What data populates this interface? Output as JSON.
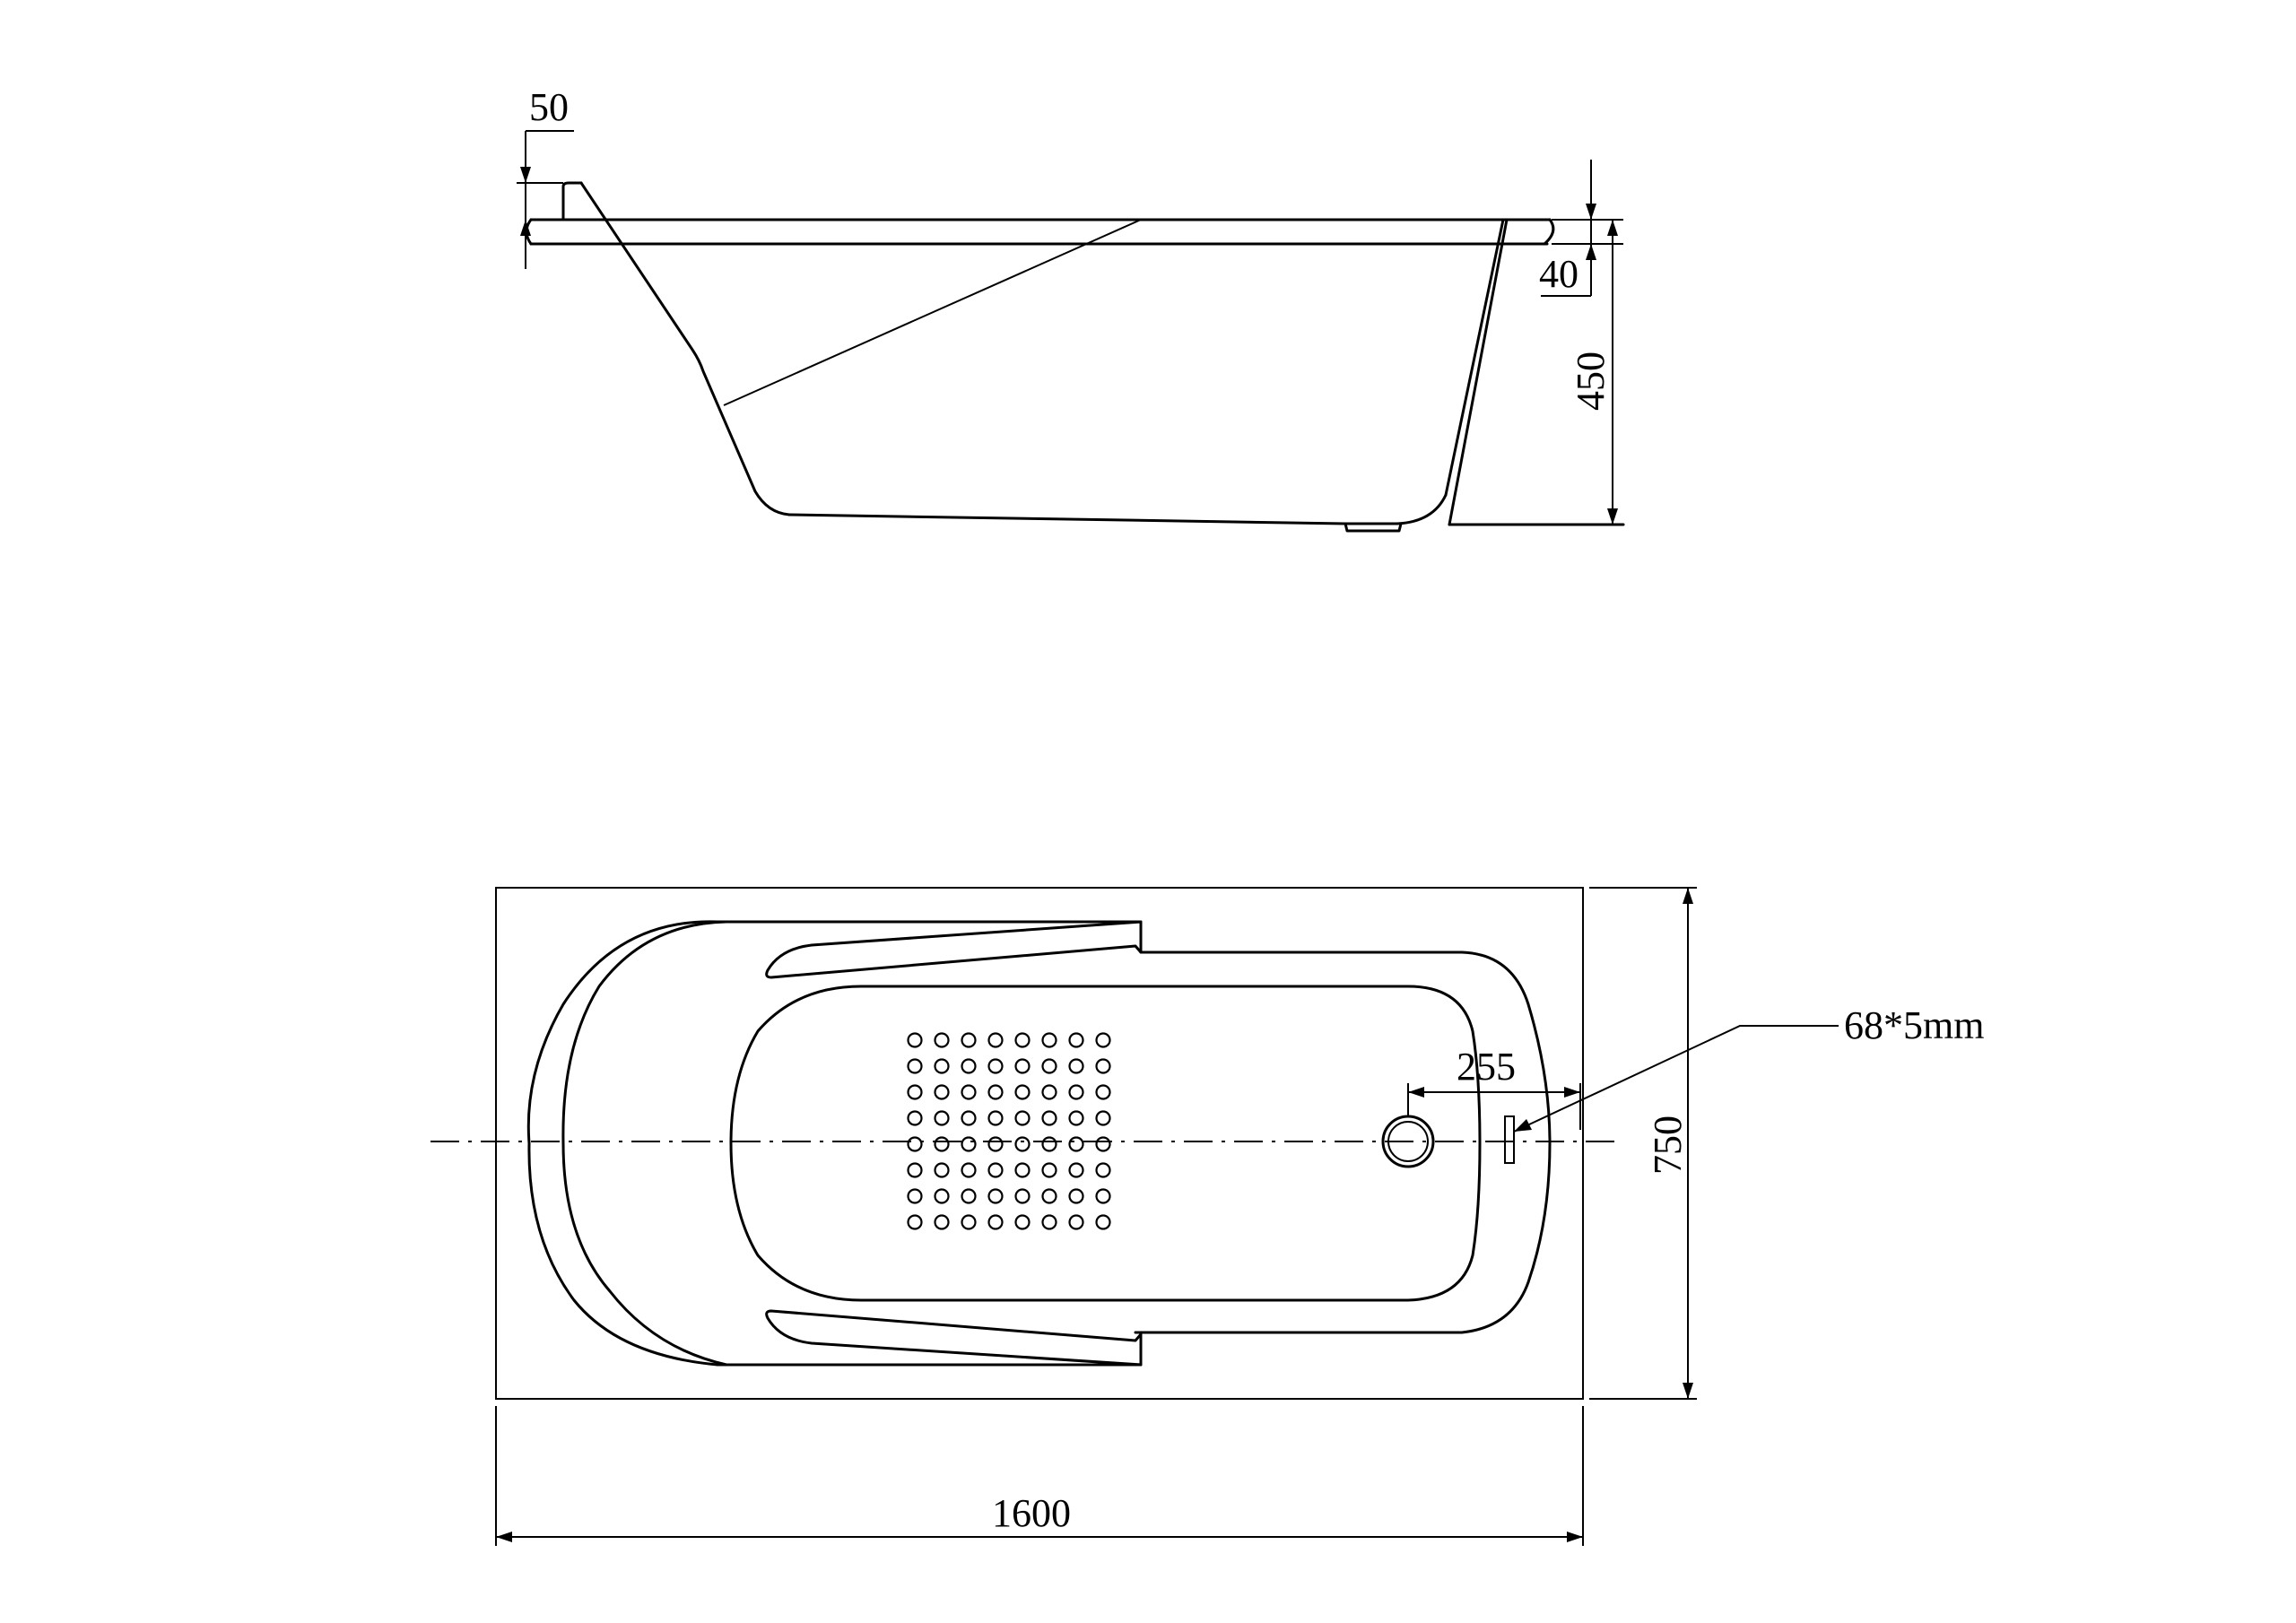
{
  "side_view": {
    "dim_rim_top": "50",
    "dim_rim": "40",
    "dim_height": "450"
  },
  "top_view": {
    "dim_length": "1600",
    "dim_width": "750",
    "dim_drain_offset": "255",
    "overflow_label": "68*5mm",
    "dot_grid": {
      "rows": 8,
      "cols": 8
    }
  }
}
